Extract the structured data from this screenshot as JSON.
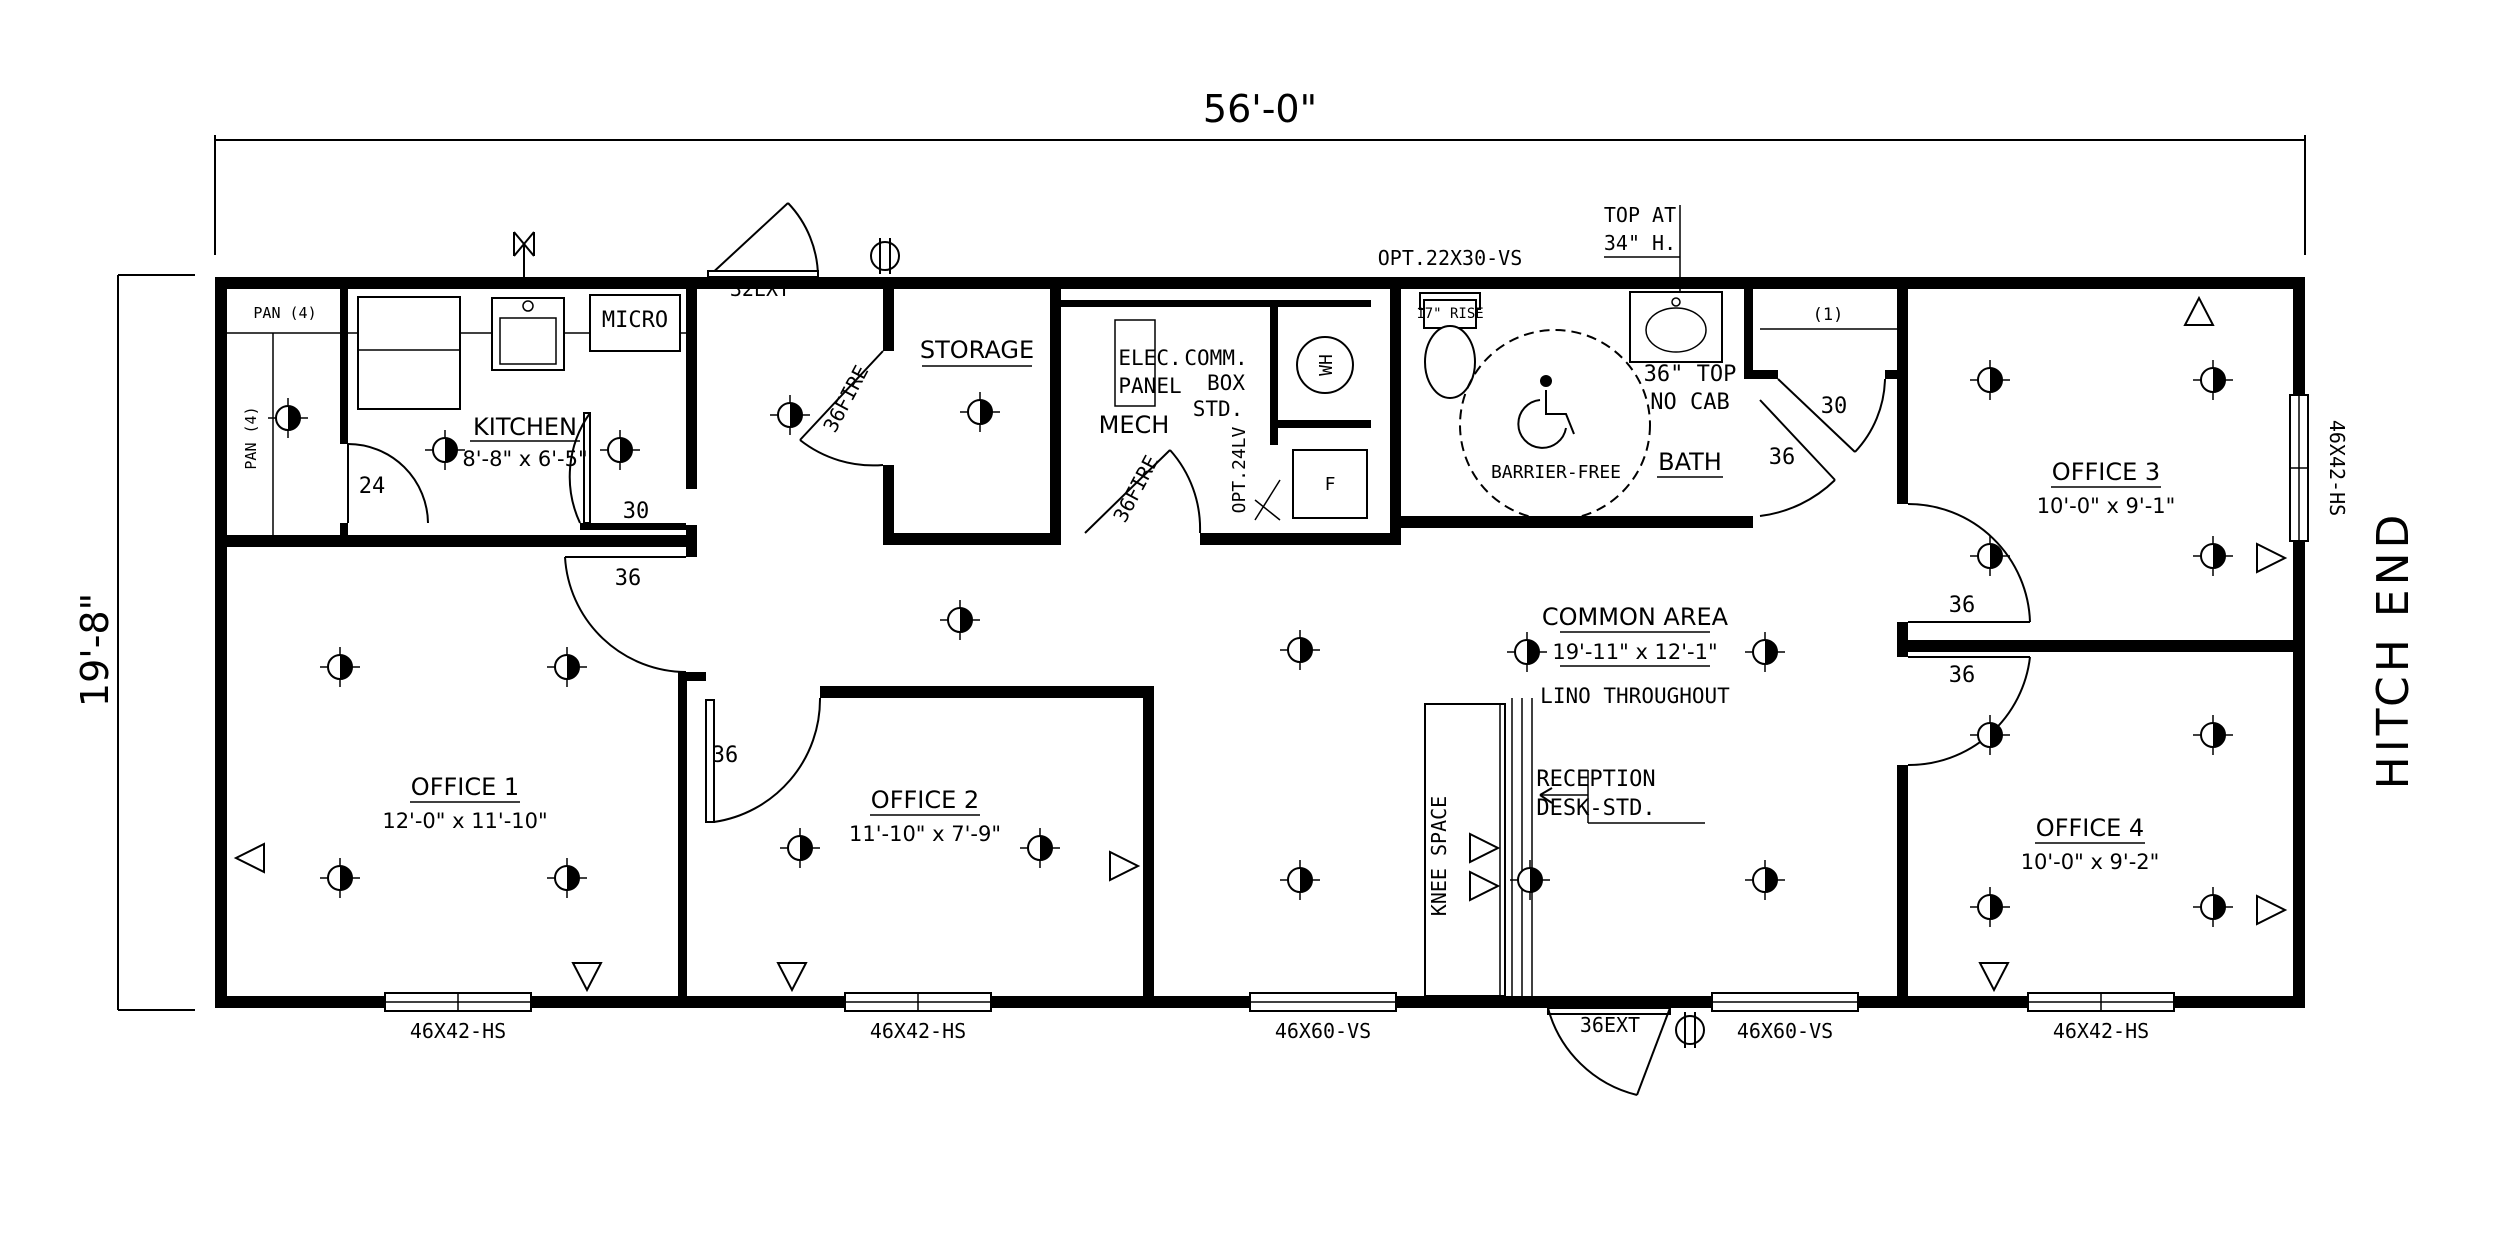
{
  "dimensions": {
    "width": "56'-0\"",
    "depth": "19'-8\"",
    "hitch": "HITCH END"
  },
  "rooms": {
    "kitchen": {
      "name": "KITCHEN",
      "size": "8'-8\" x 6'-5\""
    },
    "storage": {
      "name": "STORAGE"
    },
    "mech": {
      "name": "MECH"
    },
    "bath": {
      "name": "BATH"
    },
    "office1": {
      "name": "OFFICE 1",
      "size": "12'-0\" x 11'-10\""
    },
    "office2": {
      "name": "OFFICE 2",
      "size": "11'-10\" x 7'-9\""
    },
    "office3": {
      "name": "OFFICE 3",
      "size": "10'-0\" x 9'-1\""
    },
    "office4": {
      "name": "OFFICE 4",
      "size": "10'-0\" x 9'-2\""
    },
    "common": {
      "name": "COMMON AREA",
      "size": "19'-11\" x 12'-1\"",
      "note": "LINO THROUGHOUT"
    }
  },
  "labels": {
    "pan_top": "PAN (4)",
    "pan_side": "PAN (4)",
    "micro": "MICRO",
    "elec_1": "ELEC.",
    "elec_2": "PANEL",
    "comm_1": "COMM.",
    "comm_2": "BOX",
    "comm_3": "STD.",
    "wh": "WH",
    "f": "F",
    "opt_24lv": "OPT.24LV",
    "opt_vs": "OPT.22X30-VS",
    "top_at_1": "TOP AT",
    "top_at_2": "34\" H.",
    "rise": "17\" RISE",
    "top_no_cab_1": "36\" TOP",
    "top_no_cab_2": "NO CAB",
    "barrier_free": "BARRIER-FREE",
    "bath_shelf": "(1)",
    "reception_1": "RECEPTION",
    "reception_2": "DESK-STD.",
    "knee_space": "KNEE SPACE"
  },
  "doors": {
    "ext_top": "32EXT",
    "ext_bottom": "36EXT",
    "fire_storage": "36FIRE",
    "fire_mech": "36FIRE",
    "kitchen_pantry": "24",
    "kitchen": "30",
    "office1": "36",
    "office2": "36",
    "bath_inner": "30",
    "bath": "36",
    "office3": "36",
    "office4": "36"
  },
  "windows": {
    "office1": "46X42-HS",
    "office2": "46X42-HS",
    "common_left": "46X60-VS",
    "common_right": "46X60-VS",
    "office4": "46X42-HS",
    "hitch": "46X42-HS"
  }
}
